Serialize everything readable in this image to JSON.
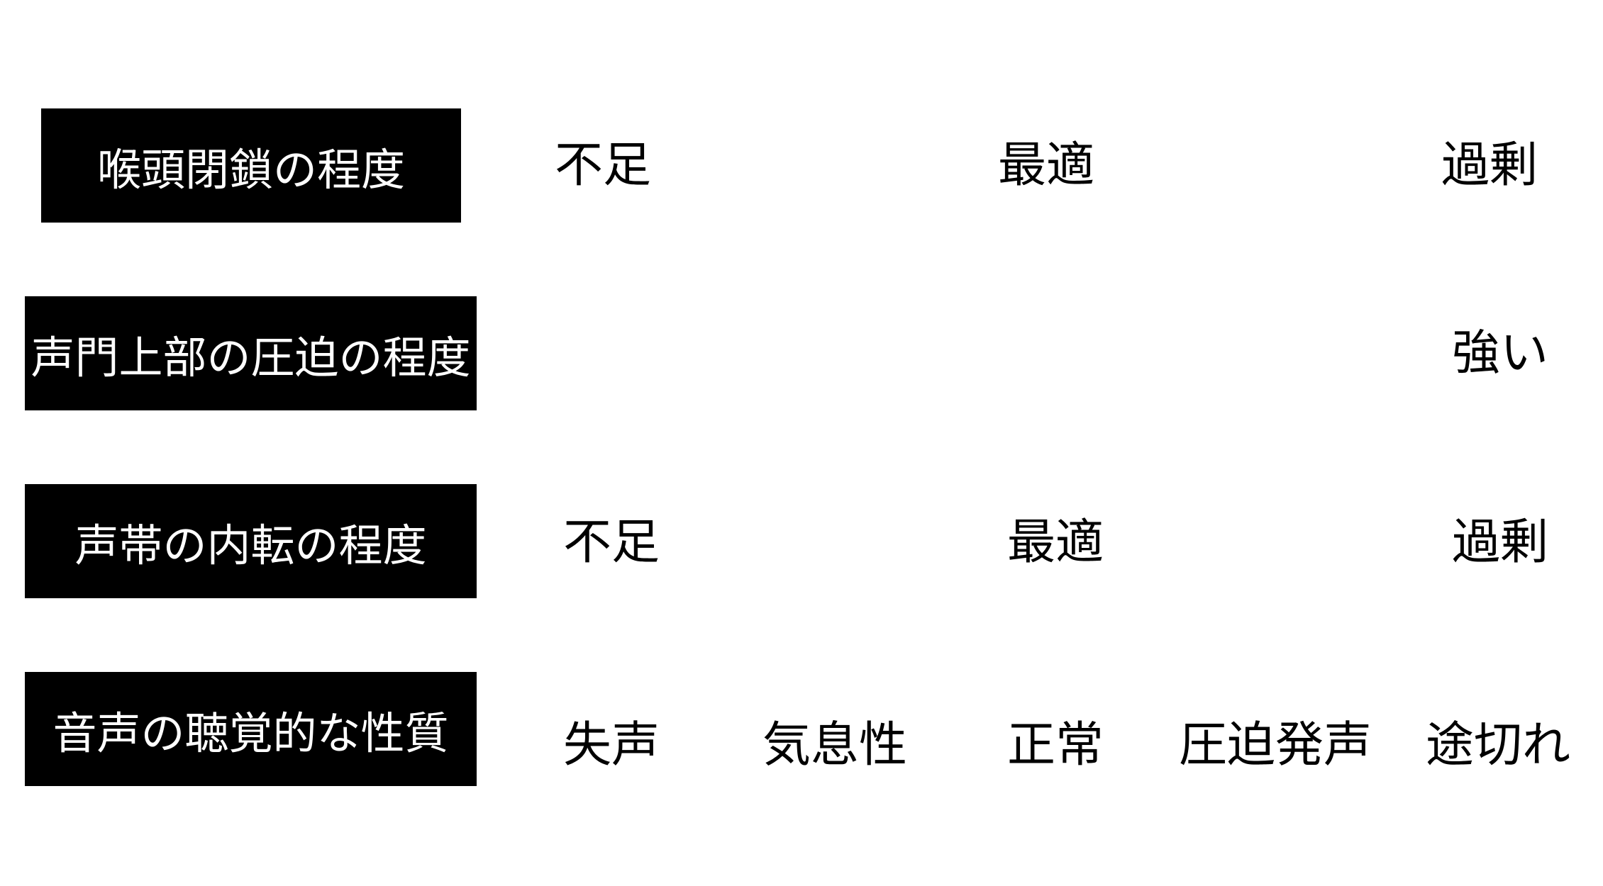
{
  "rows": [
    {
      "label": "喉頭閉鎖の程度",
      "values": [
        "不足",
        "最適",
        "過剰"
      ]
    },
    {
      "label": "声門上部の圧迫の程度",
      "values": [
        "強い"
      ]
    },
    {
      "label": "声帯の内転の程度",
      "values": [
        "不足",
        "最適",
        "過剰"
      ]
    },
    {
      "label": "音声の聴覚的な性質",
      "values": [
        "失声",
        "気息性",
        "正常",
        "圧迫発声",
        "途切れ"
      ]
    }
  ]
}
